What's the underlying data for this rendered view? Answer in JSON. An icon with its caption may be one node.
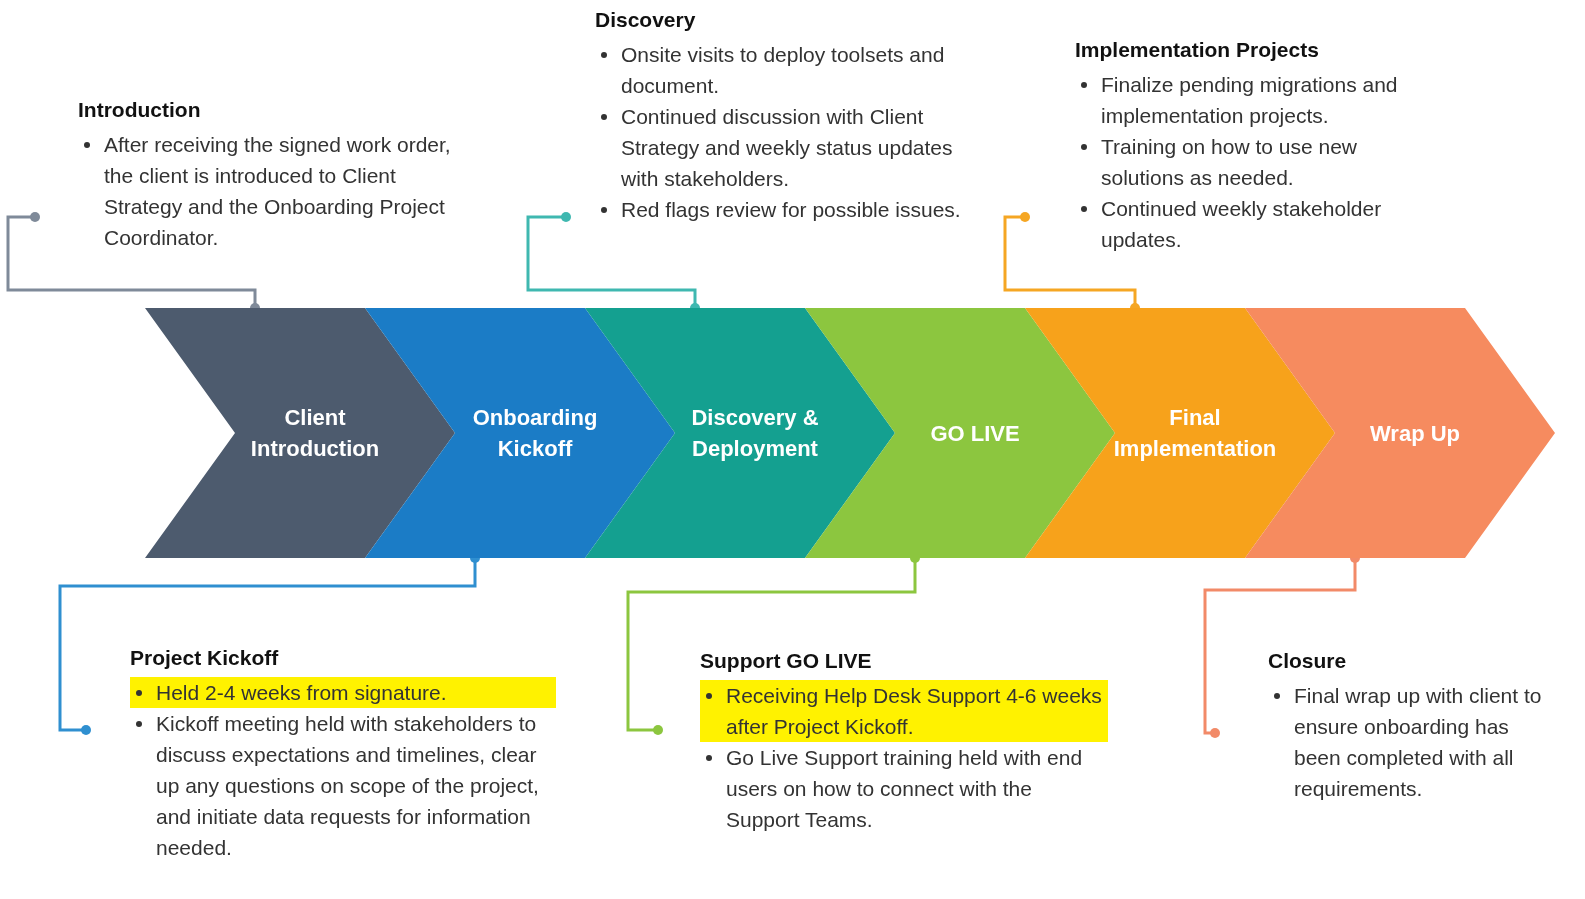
{
  "diagram": {
    "nodes": [
      {
        "text": [
          "Client Introduction"
        ]
      },
      {
        "text": [
          "Onboarding Kickoff"
        ]
      },
      {
        "text": [
          "Discovery & Deployment"
        ]
      },
      {
        "text": [
          "GO LIVE"
        ]
      },
      {
        "text": [
          "Final Implementation"
        ]
      },
      {
        "text": [
          "Wrap Up"
        ]
      },
      {
        "text": [
          "Introduction",
          "After receiving the signed work order, the client is introduced to Client Strategy and the Onboarding Project Coordinator."
        ]
      },
      {
        "text": [
          "Discovery",
          "Onsite visits to deploy toolsets and document.",
          "Continued discussion with Client Strategy and weekly status updates with stakeholders.",
          "Red flags review for possible issues."
        ]
      },
      {
        "text": [
          "Implementation Projects",
          "Finalize pending migrations and implementation projects.",
          "Training on how to use new solutions as needed.",
          "Continued weekly stakeholder updates."
        ]
      },
      {
        "text": [
          "Project Kickoff",
          "Held 2-4 weeks from signature.",
          "Kickoff meeting held with stakeholders to discuss expectations and timelines, clear up any questions on scope of the project, and initiate data requests for information needed."
        ]
      },
      {
        "text": [
          "Support GO LIVE",
          "Receiving Help Desk Support 4-6 weeks after Project Kickoff.",
          "Go Live Support training held with end users on how to connect with the Support Teams."
        ]
      },
      {
        "text": [
          "Closure",
          "Final wrap up with client to ensure onboarding has been completed with all requirements."
        ]
      }
    ],
    "edges": [
      {
        "from": 6,
        "to": 0,
        "arrow": "other",
        "color": "#7f8a99"
      },
      {
        "from": 7,
        "to": 2,
        "arrow": "other",
        "color": "#3fb8b0"
      },
      {
        "from": 8,
        "to": 4,
        "arrow": "other",
        "color": "#f5a623"
      },
      {
        "from": 9,
        "to": 1,
        "arrow": "other",
        "color": "#2f8fd0"
      },
      {
        "from": 10,
        "to": 3,
        "arrow": "other",
        "color": "#8cc63f"
      },
      {
        "from": 11,
        "to": 5,
        "arrow": "other",
        "color": "#f28a68"
      }
    ]
  }
}
